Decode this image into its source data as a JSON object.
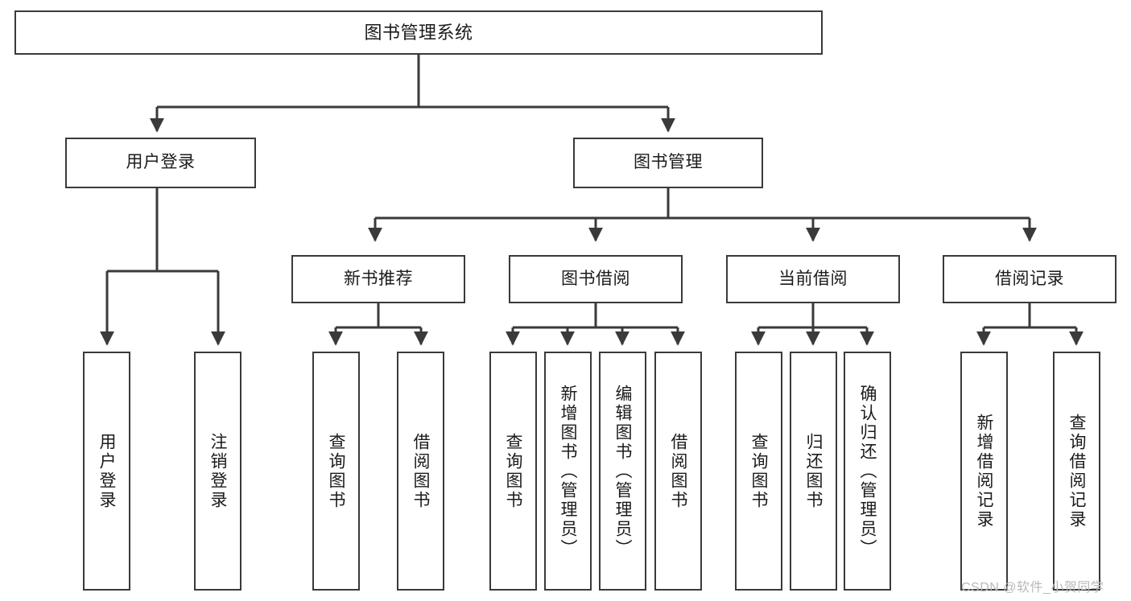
{
  "diagram": {
    "type": "tree-hierarchy",
    "title": "图书管理系统",
    "orientation": "top-down",
    "colors": {
      "box_border": "#3a3a3a",
      "box_fill": "#ffffff",
      "edge": "#3a3a3a",
      "text": "#1b1b1b",
      "watermark": "#b9b9b9",
      "background": "#ffffff"
    },
    "levels": {
      "level1": [
        "图书管理系统"
      ],
      "level2": [
        "用户登录",
        "图书管理"
      ],
      "level3": [
        "新书推荐",
        "图书借阅",
        "当前借阅",
        "借阅记录"
      ],
      "level4": [
        "用户登录",
        "注销登录",
        "查询图书",
        "借阅图书",
        "查询图书",
        "新增图书（管理员）",
        "编辑图书（管理员）",
        "借阅图书",
        "查询图书",
        "归还图书",
        "确认归还（管理员）",
        "新增借阅记录",
        "查询借阅记录"
      ]
    },
    "nodes": {
      "root": {
        "label": "图书管理系统"
      },
      "user_login": {
        "label": "用户登录"
      },
      "book_mgmt": {
        "label": "图书管理"
      },
      "new_book_rec": {
        "label": "新书推荐"
      },
      "book_borrow": {
        "label": "图书借阅"
      },
      "current_borrow": {
        "label": "当前借阅"
      },
      "borrow_record": {
        "label": "借阅记录"
      },
      "leaf_user_login": {
        "label": "用户登录"
      },
      "leaf_logout": {
        "label": "注销登录"
      },
      "leaf_query_book_1": {
        "label": "查询图书"
      },
      "leaf_borrow_book_1": {
        "label": "借阅图书"
      },
      "leaf_query_book_2": {
        "label": "查询图书"
      },
      "leaf_add_book_admin": {
        "label": "新增图书（管理员）"
      },
      "leaf_edit_book_admin": {
        "label": "编辑图书（管理员）"
      },
      "leaf_borrow_book_2": {
        "label": "借阅图书"
      },
      "leaf_query_book_3": {
        "label": "查询图书"
      },
      "leaf_return_book": {
        "label": "归还图书"
      },
      "leaf_confirm_return_admin": {
        "label": "确认归还（管理员）"
      },
      "leaf_add_borrow_record": {
        "label": "新增借阅记录"
      },
      "leaf_query_borrow_record": {
        "label": "查询借阅记录"
      }
    },
    "edges": [
      {
        "from": "root",
        "to": "user_login"
      },
      {
        "from": "root",
        "to": "book_mgmt"
      },
      {
        "from": "book_mgmt",
        "to": "new_book_rec"
      },
      {
        "from": "book_mgmt",
        "to": "book_borrow"
      },
      {
        "from": "book_mgmt",
        "to": "current_borrow"
      },
      {
        "from": "book_mgmt",
        "to": "borrow_record"
      },
      {
        "from": "user_login",
        "to": "leaf_user_login"
      },
      {
        "from": "user_login",
        "to": "leaf_logout"
      },
      {
        "from": "new_book_rec",
        "to": "leaf_query_book_1"
      },
      {
        "from": "new_book_rec",
        "to": "leaf_borrow_book_1"
      },
      {
        "from": "book_borrow",
        "to": "leaf_query_book_2"
      },
      {
        "from": "book_borrow",
        "to": "leaf_add_book_admin"
      },
      {
        "from": "book_borrow",
        "to": "leaf_edit_book_admin"
      },
      {
        "from": "book_borrow",
        "to": "leaf_borrow_book_2"
      },
      {
        "from": "current_borrow",
        "to": "leaf_query_book_3"
      },
      {
        "from": "current_borrow",
        "to": "leaf_return_book"
      },
      {
        "from": "current_borrow",
        "to": "leaf_confirm_return_admin"
      },
      {
        "from": "borrow_record",
        "to": "leaf_add_borrow_record"
      },
      {
        "from": "borrow_record",
        "to": "leaf_query_borrow_record"
      }
    ]
  },
  "watermark": {
    "text": "CSDN @软件_小贺同学"
  }
}
